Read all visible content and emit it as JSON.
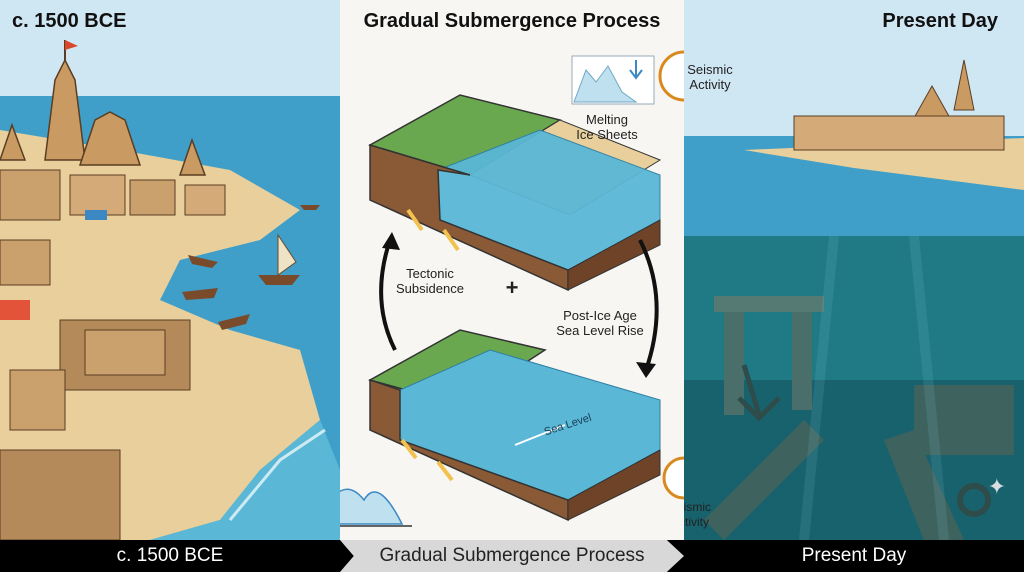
{
  "panels": {
    "left_title": "c. 1500 BCE",
    "mid_title": "Gradual Submergence Process",
    "right_title": "Present Day"
  },
  "labels": {
    "melting": "Melting\nIce Sheets",
    "seismic_top": "Seismic\nActivity",
    "seismic_mid": "Seismic\nActivity",
    "tectonic": "Tectonic\nSubsidence",
    "plus": "+",
    "sea_rise": "Post-Ice Age\nSea Level Rise",
    "sea_level": "Sea Level"
  },
  "bottom": {
    "left": "c. 1500 BCE",
    "mid": "Gradual Submergence Process",
    "right": "Present Day"
  },
  "colors": {
    "sea": "#3f9fc8",
    "sand": "#e8cf9c",
    "stone": "#b48a5a",
    "grass": "#6aa84f",
    "soil": "#8a5a36",
    "underwater": "#1f7a86"
  }
}
